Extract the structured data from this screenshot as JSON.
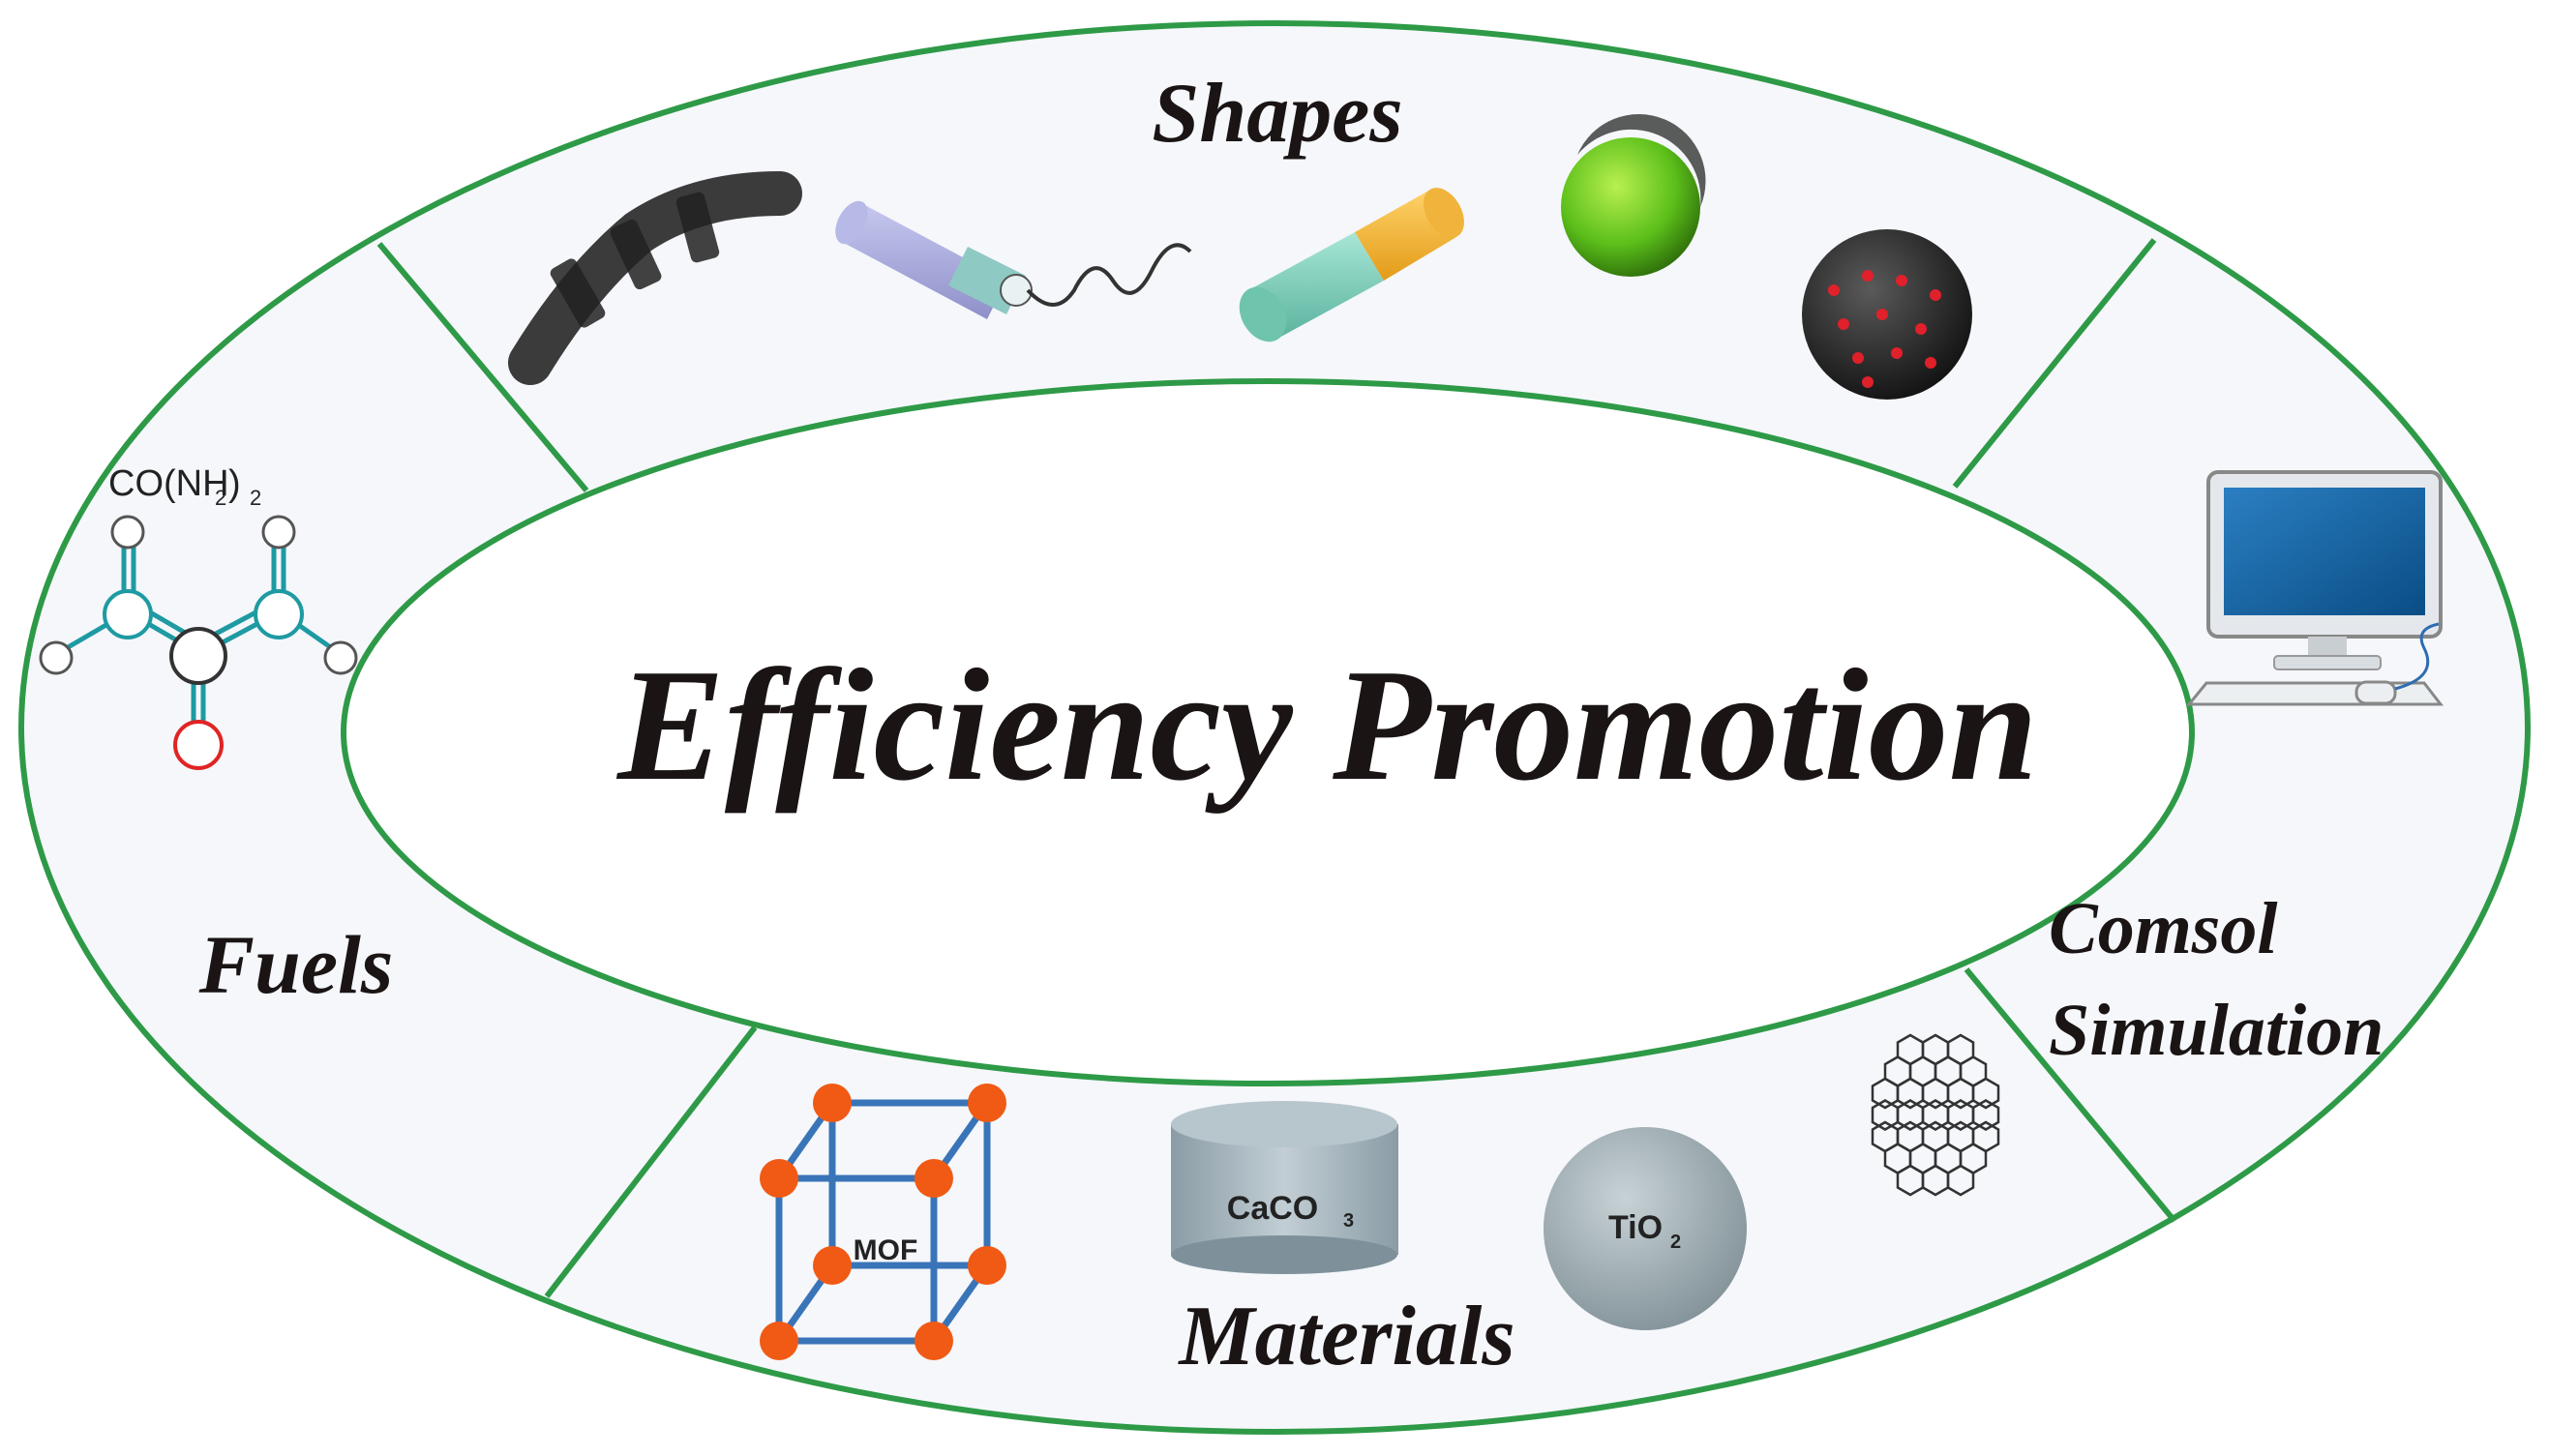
{
  "center": {
    "title": "Efficiency Promotion"
  },
  "segments": {
    "shapes": {
      "label": "Shapes"
    },
    "fuels": {
      "label": "Fuels"
    },
    "materials": {
      "label": "Materials"
    },
    "simulation": {
      "label_line1": "Comsol",
      "label_line2": "Simulation"
    }
  },
  "chem": {
    "urea_formula": "CO(NH",
    "urea_sub": "2",
    "urea_paren": ")",
    "urea_sub2": "2",
    "mof": "MOF",
    "caco3": "CaCO",
    "caco3_sub": "3",
    "tio2": "TiO",
    "tio2_sub": "2"
  },
  "icons": {
    "shapes": [
      "coil-icon",
      "nanotube-with-tail-icon",
      "two-tone-rod-icon",
      "green-sphere-icon",
      "dotted-sphere-icon"
    ],
    "fuels": [
      "urea-molecule-icon"
    ],
    "materials": [
      "mof-cube-icon",
      "caco3-disc-icon",
      "tio2-sphere-icon",
      "graphene-lattice-icon"
    ],
    "simulation": [
      "computer-monitor-icon"
    ]
  },
  "colors": {
    "ring_stroke": "#2e9a47",
    "ring_fill": "#f5f7fb",
    "text": "#1a1414",
    "mof_node": "#f05a14",
    "mof_edge": "#3a74b8"
  }
}
